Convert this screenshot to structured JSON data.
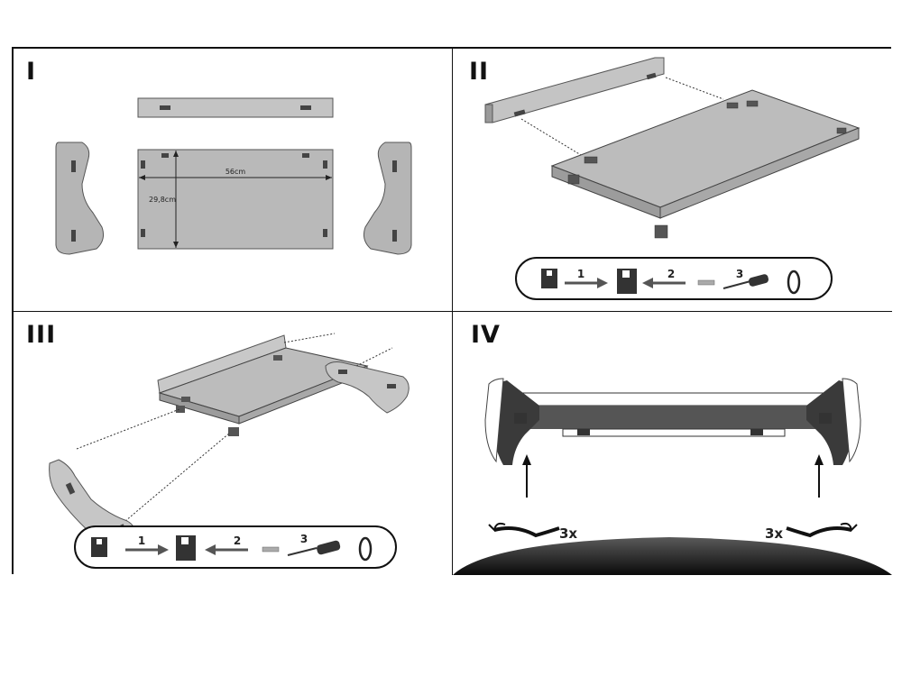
{
  "steps": [
    {
      "numeral": "I"
    },
    {
      "numeral": "II"
    },
    {
      "numeral": "III"
    },
    {
      "numeral": "IV"
    }
  ],
  "dimensions": {
    "width": "56cm",
    "height": "29,8cm"
  },
  "sequence": {
    "step1": "1",
    "step2": "2",
    "step3": "3"
  },
  "mount": {
    "rotations_left": "3x",
    "rotations_right": "3x"
  },
  "colors": {
    "panel_fill": "#b8b8b8",
    "panel_stroke": "#555555",
    "dark": "#3a3a3a",
    "line": "#111111"
  }
}
